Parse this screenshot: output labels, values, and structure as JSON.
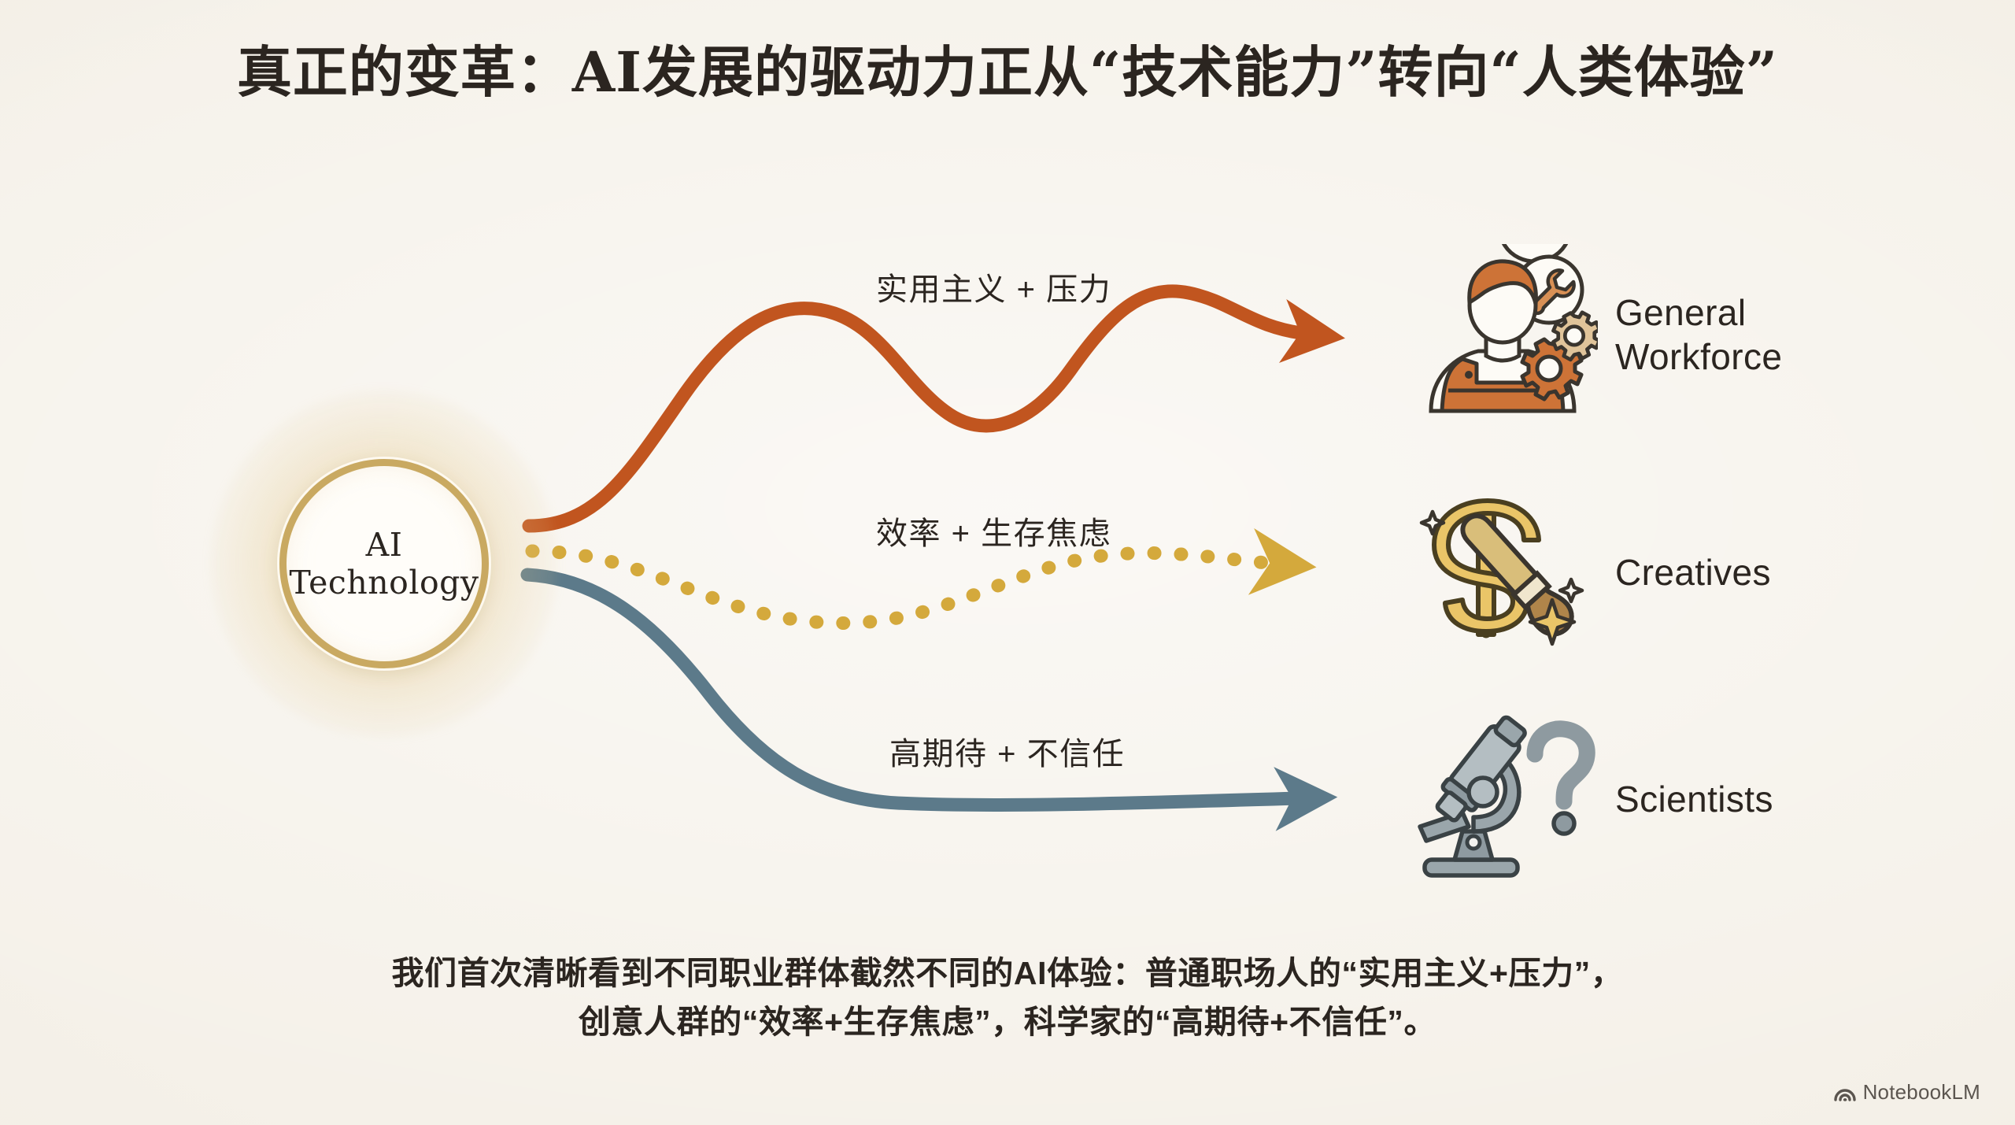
{
  "page": {
    "title": "真正的变革：AI发展的驱动力正从“技术能力”转向“人类体验”",
    "background_color": "#f5f1e9",
    "text_color": "#2b2520"
  },
  "hub": {
    "line1": "AI",
    "line2": "Technology",
    "ring_color": "#c9a961",
    "fill_color": "#fffdf9"
  },
  "flows": [
    {
      "label": "实用主义 + 压力",
      "style": "solid-wave",
      "color": "#c1551f",
      "target": "General Workforce"
    },
    {
      "label": "效率 + 生存焦虑",
      "style": "dotted-wave",
      "color": "#d4a93c",
      "target": "Creatives"
    },
    {
      "label": "高期待 + 不信任",
      "style": "solid-curve",
      "color": "#5c7a8a",
      "target": "Scientists"
    }
  ],
  "endpoints": [
    {
      "icon": "worker-wrench-gears-icon",
      "label_line1": "General",
      "label_line2": "Workforce",
      "color": "#c1551f"
    },
    {
      "icon": "dollar-paintbrush-sparkle-icon",
      "label_line1": "Creatives",
      "label_line2": "",
      "color": "#d4a93c"
    },
    {
      "icon": "microscope-question-icon",
      "label_line1": "Scientists",
      "label_line2": "",
      "color": "#6b7c85"
    }
  ],
  "caption": {
    "line1": "我们首次清晰看到不同职业群体截然不同的AI体验：普通职场人的“实用主义+压力”，",
    "line2": "创意人群的“效率+生存焦虑”，科学家的“高期待+不信任”。"
  },
  "watermark": {
    "icon": "notebooklm-arc-icon",
    "text": "NotebookLM"
  }
}
